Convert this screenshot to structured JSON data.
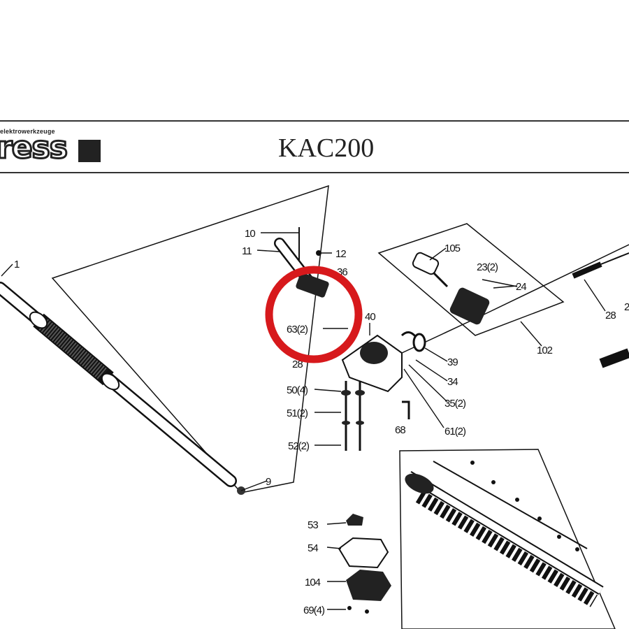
{
  "header": {
    "brand_tagline": "elektrowerkzeuge",
    "brand_name": "ress",
    "model": "KAC200"
  },
  "callouts": {
    "p1": "1",
    "p9": "9",
    "p10": "10",
    "p11": "11",
    "p12": "12",
    "p36": "36",
    "p40": "40",
    "p63": "63(2)",
    "p28x": "28",
    "p105": "105",
    "p23": "23(2)",
    "p24": "24",
    "p28": "28",
    "p2": "2",
    "p102": "102",
    "p39": "39",
    "p34": "34",
    "p35": "35(2)",
    "p61": "61(2)",
    "p68": "68",
    "p50": "50(4)",
    "p51": "51(2)",
    "p52": "52(2)",
    "p53": "53",
    "p54": "54",
    "p104": "104",
    "p69": "69(4)"
  },
  "highlight": {
    "color": "#d7191c"
  }
}
